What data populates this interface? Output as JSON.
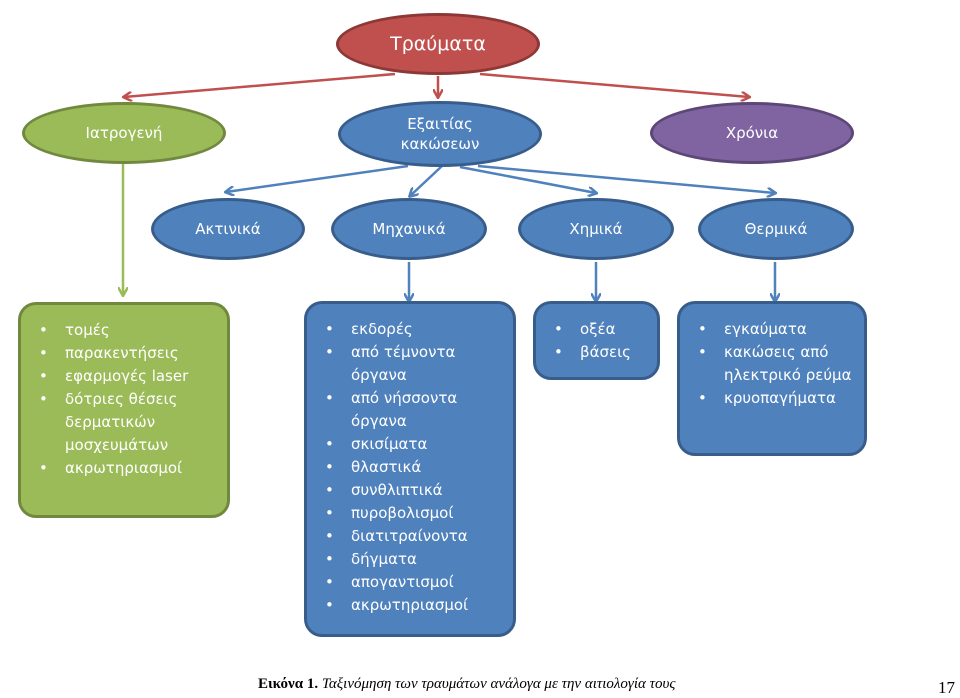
{
  "root": {
    "label": "Τραύματα"
  },
  "level1": {
    "iatrogenic": "Ιατρογενή",
    "causes": "Εξαιτίας κακώσεων",
    "chronic": "Χρόνια"
  },
  "level2": {
    "radiation": "Ακτινικά",
    "mechanical": "Μηχανικά",
    "chemical": "Χημικά",
    "thermal": "Θερμικά"
  },
  "lists": {
    "iatrogenic": [
      "τομές",
      "παρακεντήσεις",
      "εφαρμογές laser",
      "δότριες θέσεις δερματικών μοσχευμάτων",
      "ακρωτηριασμοί"
    ],
    "mechanical": [
      "εκδορές",
      "από τέμνοντα όργανα",
      "από νήσσοντα όργανα",
      "σκισίματα",
      "θλαστικά",
      "συνθλιπτικά",
      "πυροβολισμοί",
      "διατιτραίνοντα",
      "δήγματα",
      "απογαντισμοί",
      "ακρωτηριασμοί"
    ],
    "chemical": [
      "οξέα",
      "βάσεις"
    ],
    "thermal": [
      "εγκαύματα",
      "κακώσεις από ηλεκτρικό ρεύμα",
      "κρυοπαγήματα"
    ]
  },
  "caption": {
    "label": "Εικόνα 1.",
    "text": "Ταξινόμηση των τραυμάτων ανάλογα με την αιτιολογία τους"
  },
  "page_number": "17",
  "colors": {
    "red": "#c0504d",
    "green": "#9bbb59",
    "blue": "#4f81bd",
    "purple": "#8064a2",
    "blue_arrow": "#4f81bd",
    "red_arrow": "#c0504d",
    "green_arrow": "#9bbb59"
  }
}
